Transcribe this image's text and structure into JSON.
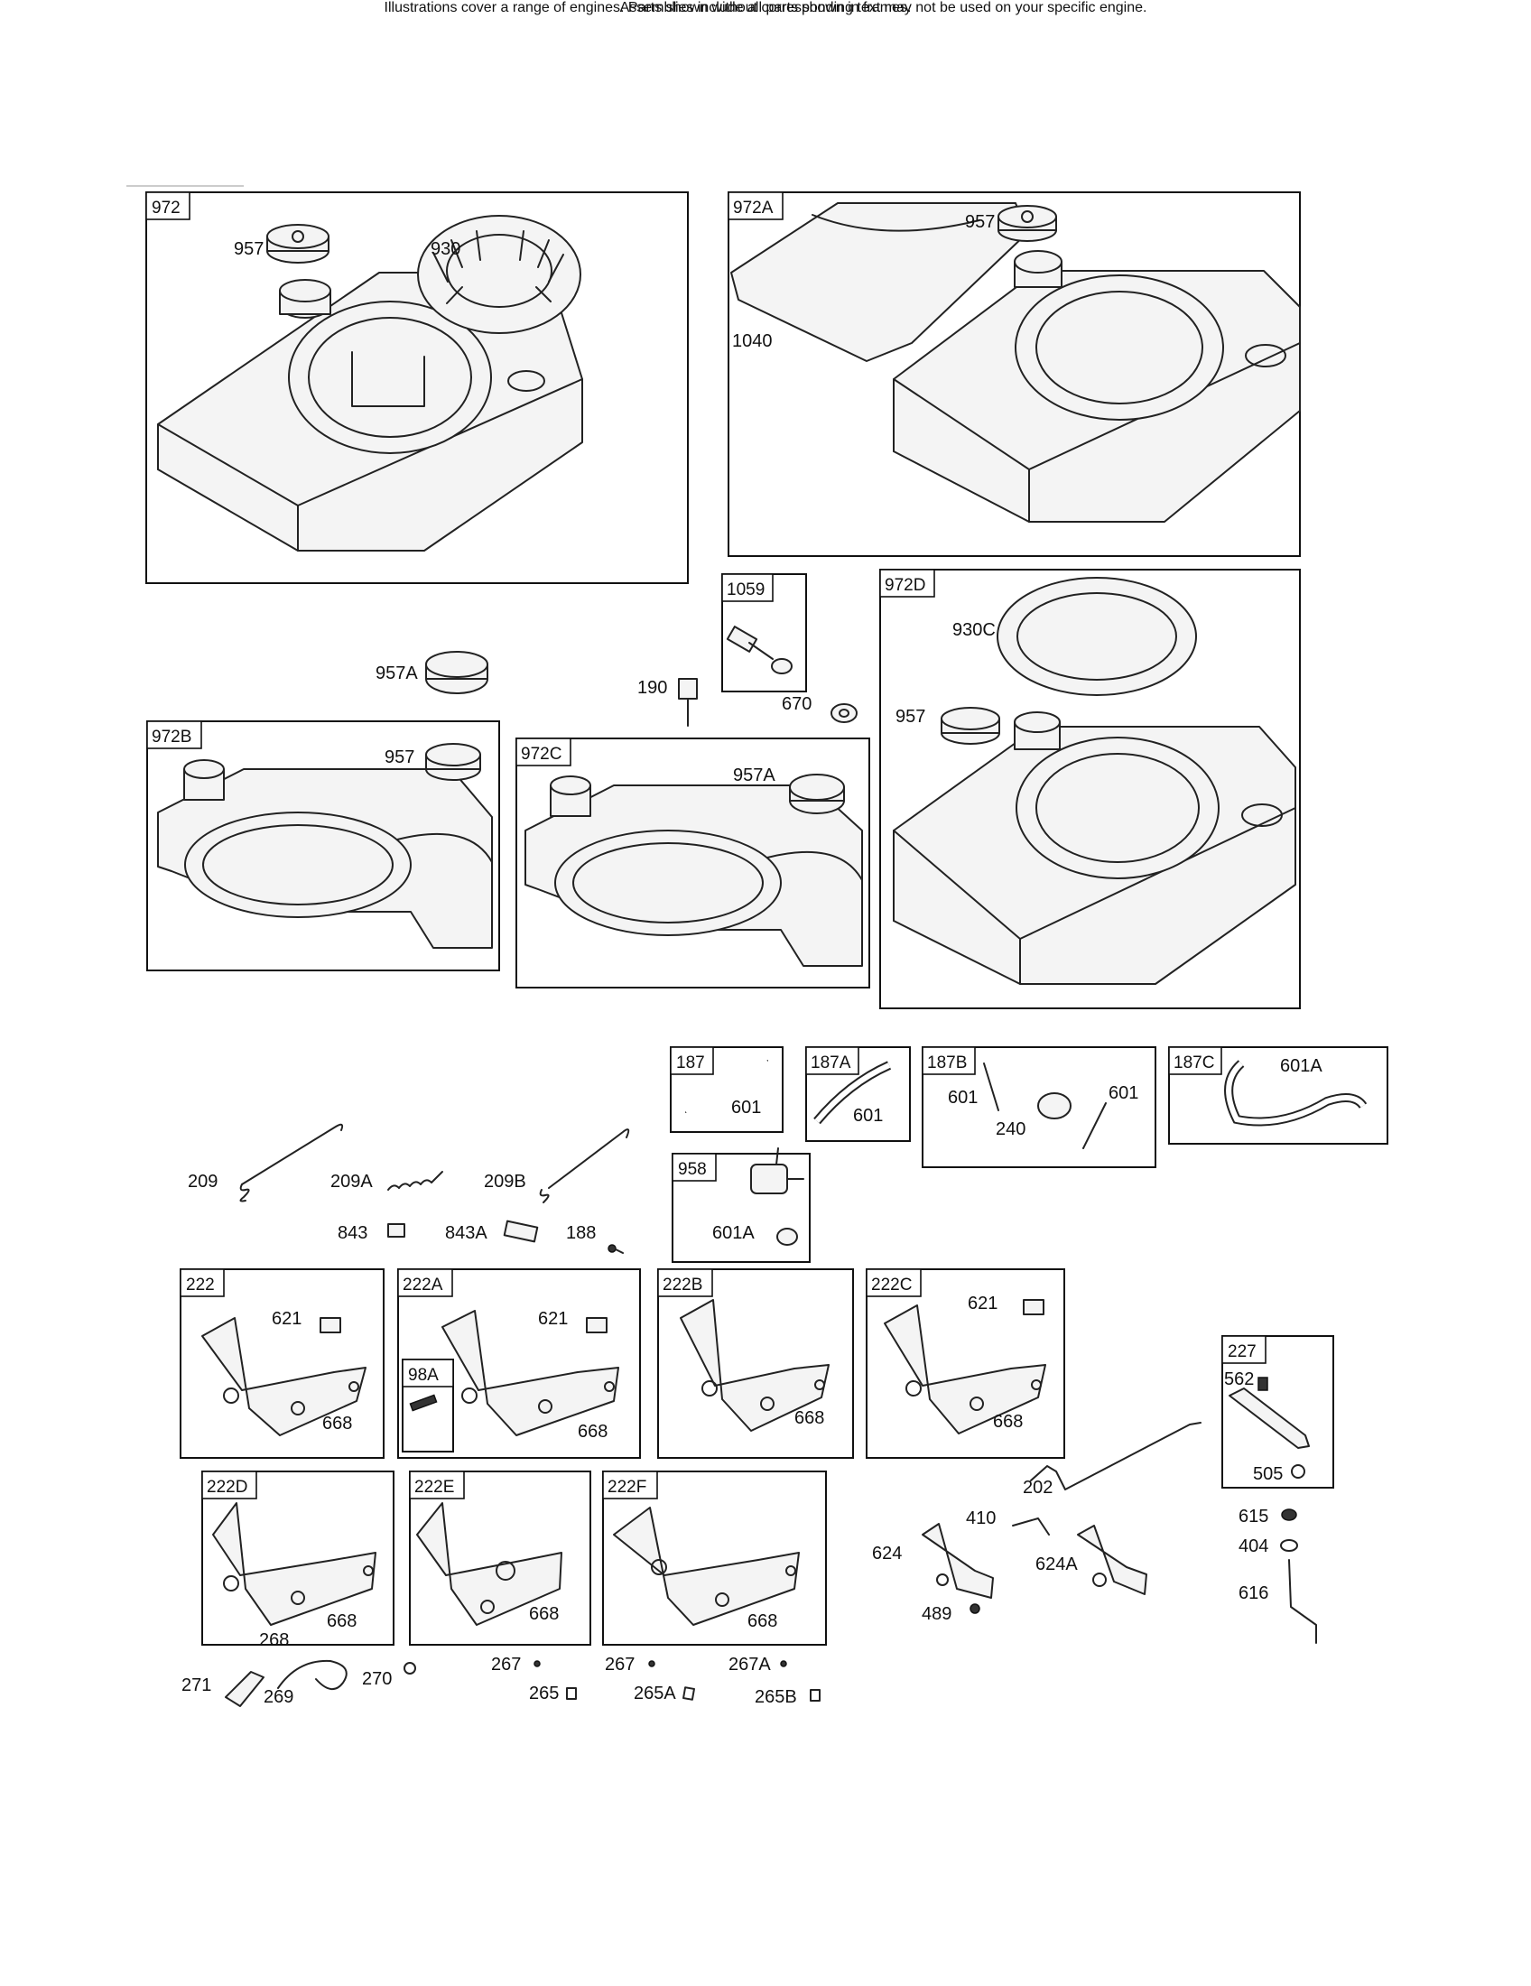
{
  "frames": [
    {
      "tag": "972"
    },
    {
      "tag": "972A"
    },
    {
      "tag": "1059"
    },
    {
      "tag": "972D"
    },
    {
      "tag": "972B"
    },
    {
      "tag": "972C"
    },
    {
      "tag": "187"
    },
    {
      "tag": "187A"
    },
    {
      "tag": "187B"
    },
    {
      "tag": "187C"
    },
    {
      "tag": "958"
    },
    {
      "tag": "222"
    },
    {
      "tag": "222A"
    },
    {
      "tag": "98A"
    },
    {
      "tag": "222B"
    },
    {
      "tag": "222C"
    },
    {
      "tag": "227"
    },
    {
      "tag": "222D"
    },
    {
      "tag": "222E"
    },
    {
      "tag": "222F"
    }
  ],
  "labels": [
    "957",
    "930",
    "957",
    "1040",
    "957A",
    "190",
    "670",
    "930C",
    "957",
    "957",
    "957A",
    "601",
    "601",
    "601",
    "240",
    "601",
    "601A",
    "601A",
    "209",
    "209A",
    "209B",
    "843",
    "843A",
    "188",
    "621",
    "668",
    "621",
    "668",
    "668",
    "621",
    "668",
    "562",
    "505",
    "668",
    "668",
    "668",
    "202",
    "410",
    "624",
    "624A",
    "489",
    "615",
    "404",
    "616",
    "268",
    "271",
    "269",
    "270",
    "267",
    "265",
    "267",
    "265A",
    "267A",
    "265B"
  ],
  "footer": {
    "note": "Illustrations cover a range of engines. Parts shown without corresponding text may not be used on your specific engine.",
    "assemblies": "Assemblies include all parts shown in frames."
  }
}
